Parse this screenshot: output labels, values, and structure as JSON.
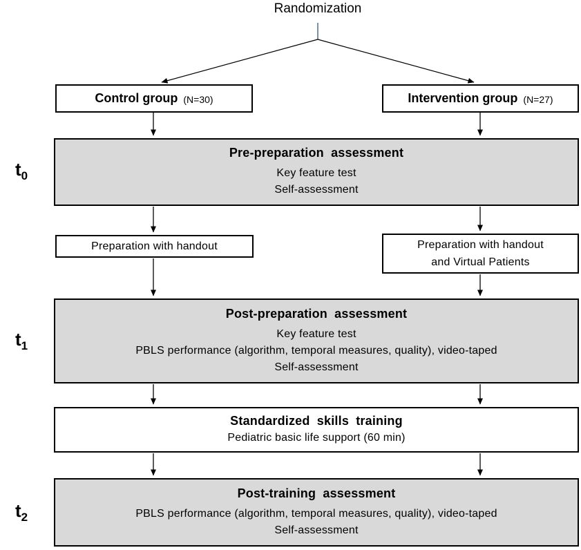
{
  "diagram": {
    "title": "Randomization",
    "groups": {
      "control": {
        "name": "Control group",
        "n": "(N=30)"
      },
      "intervention": {
        "name": "Intervention group",
        "n": "(N=27)"
      }
    },
    "stages": {
      "t0": {
        "time_label": "t",
        "time_sub": "0",
        "title": "Pre-preparation assessment",
        "lines": [
          "Key feature test",
          "Self-assessment"
        ]
      },
      "prep_left": {
        "line1": "Preparation with handout"
      },
      "prep_right": {
        "line1": "Preparation with handout",
        "line2": "and Virtual Patients"
      },
      "t1": {
        "time_label": "t",
        "time_sub": "1",
        "title": "Post-preparation assessment",
        "lines": [
          "Key feature test",
          "PBLS performance (algorithm, temporal measures, quality), video-taped",
          "Self-assessment"
        ]
      },
      "skills": {
        "title": "Standardized skills training",
        "subtitle": "Pediatric basic life support (60 min)"
      },
      "t2": {
        "time_label": "t",
        "time_sub": "2",
        "title": "Post-training assessment",
        "lines": [
          "PBLS performance (algorithm, temporal measures, quality), video-taped",
          "Self-assessment"
        ]
      }
    },
    "colors": {
      "box_fill_gray": "#d9d9d9",
      "box_border": "#000000",
      "connector_blue": "#46708c"
    }
  }
}
